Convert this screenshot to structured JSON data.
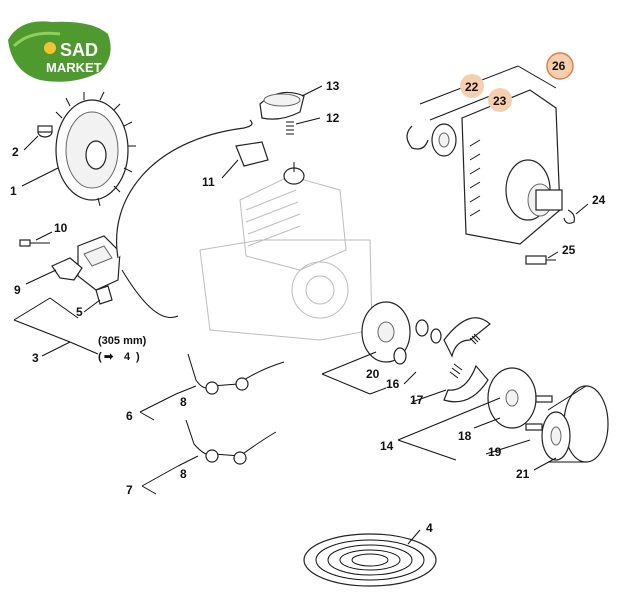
{
  "logo": {
    "line1": "SAD",
    "line2": "MARKET",
    "leaf_color": "#4e9a2e",
    "accent": "#f2c230"
  },
  "callouts": [
    "1",
    "2",
    "3",
    "4",
    "5",
    "6",
    "7",
    "8",
    "9",
    "10",
    "11",
    "12",
    "13",
    "14",
    "16",
    "17",
    "18",
    "19",
    "20",
    "21",
    "22",
    "23",
    "24",
    "25",
    "26"
  ],
  "highlighted": [
    "22",
    "23",
    "26"
  ],
  "note": {
    "length": "(305 mm)",
    "ref_arrow": "➡",
    "ref_part": "4"
  },
  "colors": {
    "highlight_fill": "#f6cfae",
    "highlight_ring": "#e07a3a",
    "line": "#222222"
  }
}
